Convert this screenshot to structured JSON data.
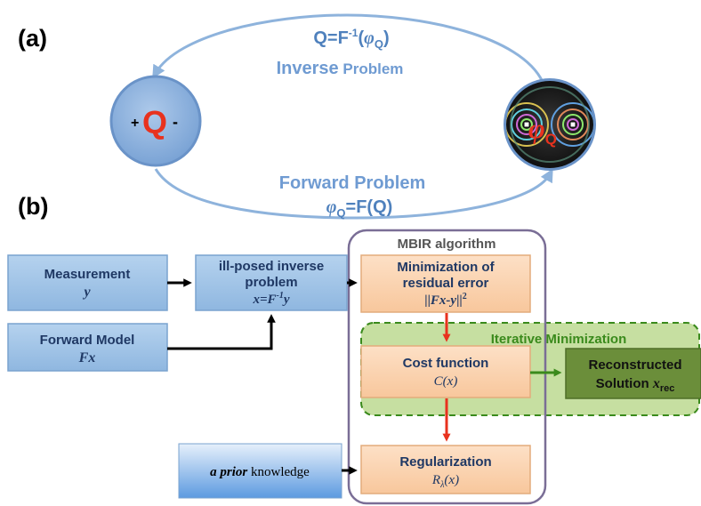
{
  "panel_a": {
    "label": "(a)",
    "inverse_formula": {
      "base": "Q=F",
      "sup": "-1",
      "open": "(",
      "phi": "φ",
      "sub": "Q",
      "close": ")"
    },
    "inverse_title": {
      "word1": "Inverse",
      "word2": "Problem"
    },
    "left_node": {
      "plus": "+",
      "letter": "Q",
      "minus": "-"
    },
    "right_node": {
      "phi": "φ",
      "sub": "Q"
    },
    "forward_title": "Forward Problem",
    "forward_formula": {
      "phi": "φ",
      "sub": "Q",
      "rest": "=F(Q)"
    }
  },
  "panel_b": {
    "label": "(b)",
    "group_title": "MBIR algorithm",
    "iterative_title": "Iterative Minimization",
    "measurement": {
      "title": "Measurement",
      "symbol": "y"
    },
    "forward_model": {
      "title": "Forward Model",
      "symbol": "Fx"
    },
    "ill_posed": {
      "line1": "ill-posed inverse",
      "line2": "problem",
      "eq_pre": "x=F",
      "eq_sup": "-1",
      "eq_post": "y"
    },
    "minimization": {
      "line1": "Minimization of",
      "line2": "residual error",
      "norm_open": "||",
      "norm_mid": "Fx-y",
      "norm_close": "||",
      "norm_sup": "2"
    },
    "cost": {
      "title": "Cost function",
      "symbol": "C(x)"
    },
    "regularization": {
      "title": "Regularization",
      "sym": "R",
      "sub": "λ",
      "arg": "(x)"
    },
    "prior": {
      "italic": "a prior",
      "rest": " knowledge"
    },
    "reconstructed": {
      "line1": "Reconstructed",
      "line2": "Solution ",
      "x": "x",
      "sub": "rec"
    }
  },
  "colors": {
    "blue_box": "#9dc3e6",
    "orange_box": "#fbd4b4",
    "green_region": "#c6dfa1",
    "green_box": "#6b8e3a",
    "mbir_border": "#7a6e96",
    "red_arrow": "#e8321e",
    "green_arrow": "#3a8a1c",
    "cycle_blue": "#8eb3dc",
    "text_blue": "#4f81bd"
  }
}
